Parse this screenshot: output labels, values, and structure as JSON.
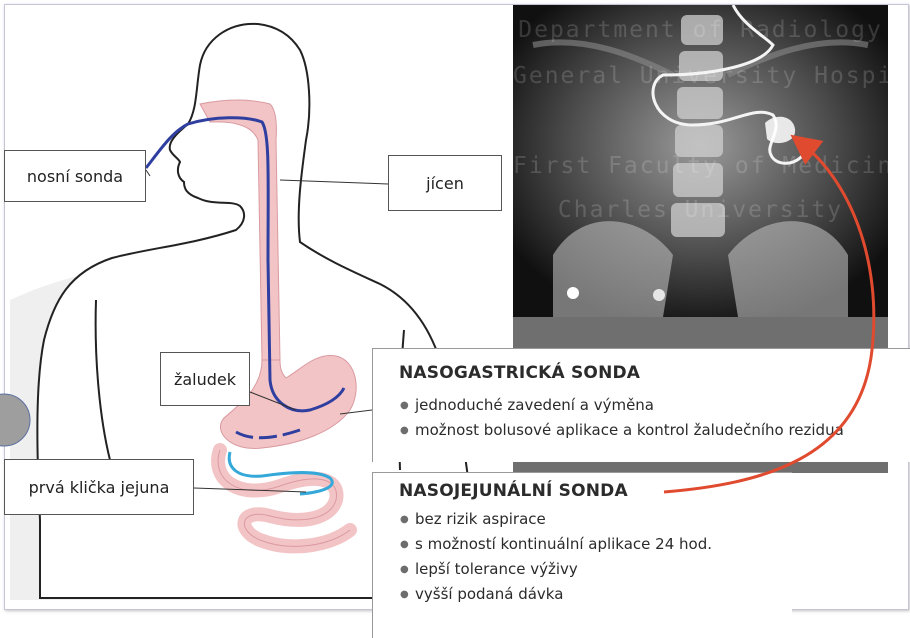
{
  "labels": {
    "nasal_tube": "nosní sonda",
    "esophagus": "jícen",
    "stomach": "žaludek",
    "jejunum": "prvá klička jejuna"
  },
  "xray": {
    "watermark_lines": [
      "Department of Radiology",
      "General University Hospital",
      "First Faculty of Medicine",
      "Charles University"
    ]
  },
  "nasogastric": {
    "title": "NASOGASTRICKÁ SONDA",
    "items": [
      "jednoduché zavedení a výměna",
      "možnost bolusové aplikace a kontrol žaludečního rezidua"
    ]
  },
  "nasojejunal": {
    "title": "NASOJEJUNÁLNÍ SONDA",
    "items": [
      "bez rizik aspirace",
      "s možností kontinuální aplikace 24 hod.",
      "lepší tolerance výživy",
      "vyšší podaná dávka"
    ]
  },
  "colors": {
    "tube": "#2f3fa0",
    "jejunum_tube": "#34a8d8",
    "organ_fill": "#f3c4c6",
    "arrow": "#e04a2f"
  },
  "icons": [
    "human-silhouette",
    "nasogastric-tube",
    "xray-image",
    "curved-arrow-icon"
  ]
}
